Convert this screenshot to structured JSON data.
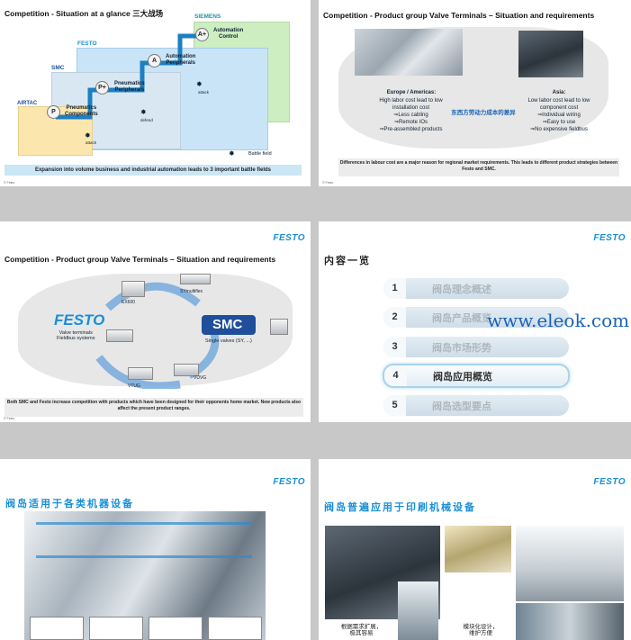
{
  "slide1": {
    "title": "Competition - Situation at a glance 三大战场",
    "brands": {
      "siemens": "SIEMENS",
      "festo": "FESTO",
      "smc": "SMC",
      "airtac": "AIRTAC"
    },
    "levels": [
      {
        "circle": "A+",
        "label": "Automation\nControl"
      },
      {
        "circle": "A",
        "label": "Automation\nPeripherals"
      },
      {
        "circle": "P+",
        "label": "Pneumatics\nPeripherals"
      },
      {
        "circle": "P",
        "label": "Pneumatics\nComponents"
      }
    ],
    "tags": {
      "attack1": "attack",
      "attack2": "attack",
      "defend": "defend"
    },
    "battlefield": "Battle field",
    "banner": "Expansion into volume business and industrial automation leads to 3 important battle fields"
  },
  "slide2": {
    "title": "Competition - Product group Valve Terminals – Situation and requirements",
    "europe_head": "Europe / Americas:",
    "europe_lines": [
      "High labor cost lead to low",
      "installation cost",
      "⇒Less cabling",
      "⇒Remote IOs",
      "⇒Pre-assembled products"
    ],
    "asia_head": "Asia:",
    "asia_lines": [
      "Low labor cost lead to low",
      "component cost",
      "⇒Individual wiring",
      "⇒Easy to use",
      "⇒No expensive fieldbus"
    ],
    "center_note": "东西方劳动力成本的差异",
    "banner": "Differences in labour cost are a major reason for regional market requirements. This leads to different product strategies between Festo and SMC."
  },
  "slide3": {
    "logo": "FESTO",
    "title": "Competition - Product group Valve Terminals – Situation and requirements",
    "festo": "FESTO",
    "festo_sub": "Valve terminals\nFieldbus systems",
    "smc": "SMC",
    "smc_sub": "Single valves (SY, ...)",
    "products": {
      "ex600": "EX600",
      "symultiflex": "SYmultiflex",
      "vtug": "VTUG",
      "vuvg": "VUVG"
    },
    "banner": "Both SMC and Festo increase competition with products which have been designed for their opponents home market. New products also affect the present product ranges."
  },
  "slide4": {
    "logo": "FESTO",
    "title": "内容一览",
    "items": [
      {
        "num": "1",
        "text": "阀岛理念概述"
      },
      {
        "num": "2",
        "text": "阀岛产品概览"
      },
      {
        "num": "3",
        "text": "阀岛市场形势"
      },
      {
        "num": "4",
        "text": "阀岛应用概览"
      },
      {
        "num": "5",
        "text": "阀岛选型要点"
      }
    ]
  },
  "watermark": "www.eleok.com",
  "slide5": {
    "logo": "FESTO",
    "title": "阀岛适用于各类机器设备"
  },
  "slide6": {
    "logo": "FESTO",
    "title": "阀岛普遍应用于印刷机械设备",
    "caption1": "根据需求扩展，\n极其容易",
    "caption2": "模块化设计，\n维护方便"
  },
  "colors": {
    "accent": "#1a8fd6",
    "banner": "#ececec",
    "slide_bg": "#ffffff",
    "gap": "#c8c8c8"
  }
}
